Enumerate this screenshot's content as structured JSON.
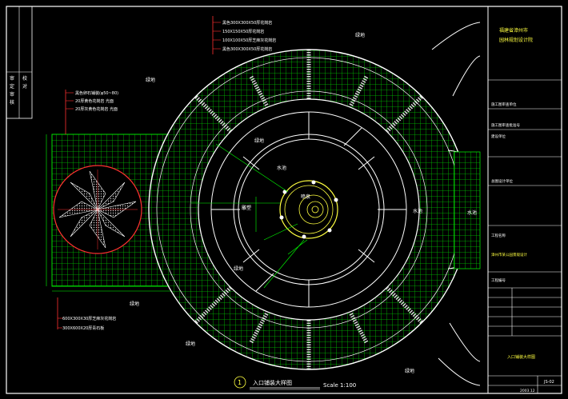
{
  "colors": {
    "background": "#000000",
    "linework": "#ffffff",
    "paving_grid": "#00e000",
    "dimension": "#00ff00",
    "leader": "#ff3030",
    "annotation": "#ffff40"
  },
  "callouts_top": [
    "黑色300X300X50厚花岗岩",
    "150X150X50厚花岗岩",
    "100X100X50厚芝麻灰花岗岩",
    "黑色300X300X50厚花岗岩"
  ],
  "callouts_left": [
    "黑色卵石铺装(φ50~80)",
    "20厚黄色花岗岩 光面",
    "20厚灰黄色花岗岩 光面"
  ],
  "callouts_bottom": [
    "600X300X30厚芝麻灰花岗岩",
    "300X600X20厚青石板"
  ],
  "plan_labels": {
    "planting": "绿地",
    "water": "水池",
    "sculpture": "雕塑",
    "fountain": "喷泉"
  },
  "drawing_title": {
    "number": "1",
    "name": "入口铺装大样图",
    "scale": "Scale 1:100"
  },
  "title_block": {
    "company": "福建省漳州市",
    "company_line2": "园林规划设计院",
    "rows": [
      "施工图审查单位",
      "施工图审查批准号",
      "建设单位",
      "总图设计单位",
      "工程名称",
      "工程编号"
    ],
    "project_name": "漳州市某公园景观设计",
    "drawing_name": "入口铺装大样图",
    "drawing_no": "JS-02",
    "date": "2003.12"
  },
  "left_strip": [
    "审",
    "定",
    "审",
    "核",
    "校",
    "对"
  ]
}
